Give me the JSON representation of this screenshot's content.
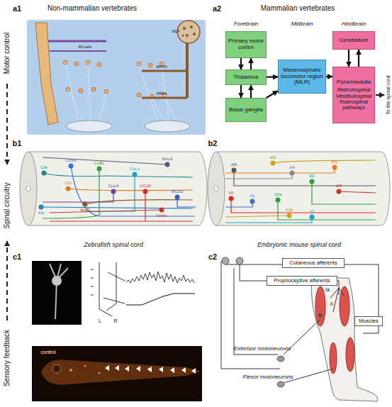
{
  "diagram": {
    "nodes": [
      {
        "text": [
          "Primary motor cortex"
        ]
      },
      {
        "text": [
          "Thalamus"
        ]
      },
      {
        "text": [
          "Basal ganglia"
        ]
      },
      {
        "text": [
          "Mesencephalic locomotor region (MLR)"
        ]
      },
      {
        "text": [
          "Cerebellum"
        ]
      },
      {
        "text": [
          "Pons/medulla",
          "Reticulospinal Vestibulospinal Rubrospinal pathways"
        ]
      },
      {
        "text": [
          "Cutaneous afferents"
        ]
      },
      {
        "text": [
          "Proprioceptive afferents"
        ]
      },
      {
        "text": [
          "Muscles"
        ]
      }
    ],
    "edges": [
      {
        "from": 0,
        "to": 1,
        "arrow": "to"
      },
      {
        "from": 1,
        "to": 0,
        "arrow": "to"
      },
      {
        "from": 1,
        "to": 2,
        "arrow": "to"
      },
      {
        "from": 2,
        "to": 1,
        "arrow": "to"
      },
      {
        "from": 1,
        "to": 3,
        "arrow": "to"
      },
      {
        "from": 2,
        "to": 3,
        "arrow": "to"
      },
      {
        "from": 3,
        "to": 5,
        "arrow": "to"
      },
      {
        "from": 4,
        "to": 5,
        "arrow": "to"
      },
      {
        "from": 5,
        "to": 4,
        "arrow": "to"
      }
    ],
    "labels": [
      "a1",
      "Non-mammalian vertebrates",
      "a2",
      "Mammalian vertebrates",
      "Motor control",
      "Spinal circuitry",
      "Sensory feedback",
      "Forebrain",
      "Midbrain",
      "Hindbrain",
      "To the spinal cord",
      "MLR",
      "RS cells",
      "MRRN",
      "PRRN",
      "b1",
      "b2",
      "Zebrafish spinal cord",
      "Embryonic mouse spinal cord",
      "CiA",
      "CoSA",
      "CoBL",
      "DoLA",
      "CoLo",
      "CiD",
      "VeLD",
      "MCoD",
      "UCoD",
      "CoLA",
      "KA",
      "VeMe",
      "dI6",
      "dI5",
      "dI4",
      "dI2",
      "dI1",
      "dI3",
      "V0",
      "V1",
      "V2a",
      "V2b",
      "V3",
      "c1",
      "L",
      "R",
      "control",
      "c2",
      "Ia",
      "II",
      "Ib",
      "Extensor motoneurons",
      "Flexor motoneurons"
    ]
  }
}
